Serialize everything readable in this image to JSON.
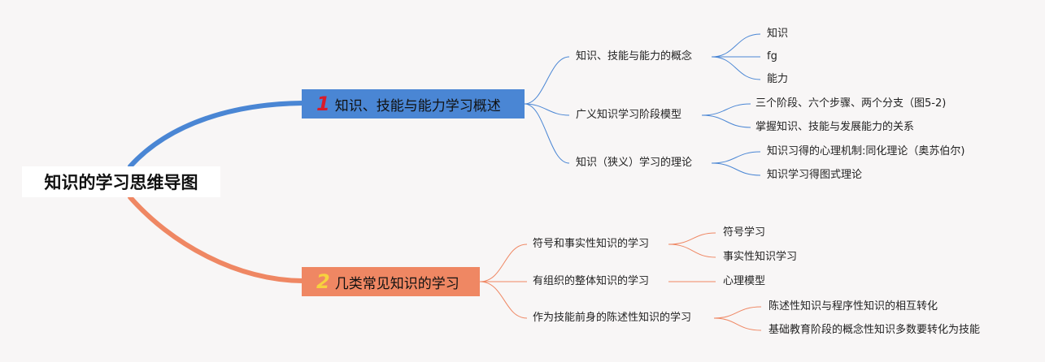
{
  "root": {
    "label": "知识的学习思维导图"
  },
  "branches": [
    {
      "number": "1",
      "label": "知识、技能与能力学习概述",
      "color": "#4a86d4",
      "topics": [
        {
          "label": "知识、技能与能力的概念",
          "children": [
            "知识",
            "fg",
            "能力"
          ]
        },
        {
          "label": "广义知识学习阶段模型",
          "children": [
            "三个阶段、六个步骤、两个分支（图5-2)",
            "掌握知识、技能与发展能力的关系"
          ]
        },
        {
          "label": "知识（狭义）学习的理论",
          "children": [
            "知识习得的心理机制:同化理论（奥苏伯尔)",
            "知识学习得图式理论"
          ]
        }
      ]
    },
    {
      "number": "2",
      "label": "几类常见知识的学习",
      "color": "#ef8763",
      "topics": [
        {
          "label": "符号和事实性知识的学习",
          "children": [
            "符号学习",
            "事实性知识学习"
          ]
        },
        {
          "label": "有组织的整体知识的学习",
          "children": [
            "心理模型"
          ]
        },
        {
          "label": "作为技能前身的陈述性知识的学习",
          "children": [
            "陈述性知识与程序性知识的相互转化",
            "基础教育阶段的概念性知识多数要转化为技能"
          ]
        }
      ]
    }
  ]
}
